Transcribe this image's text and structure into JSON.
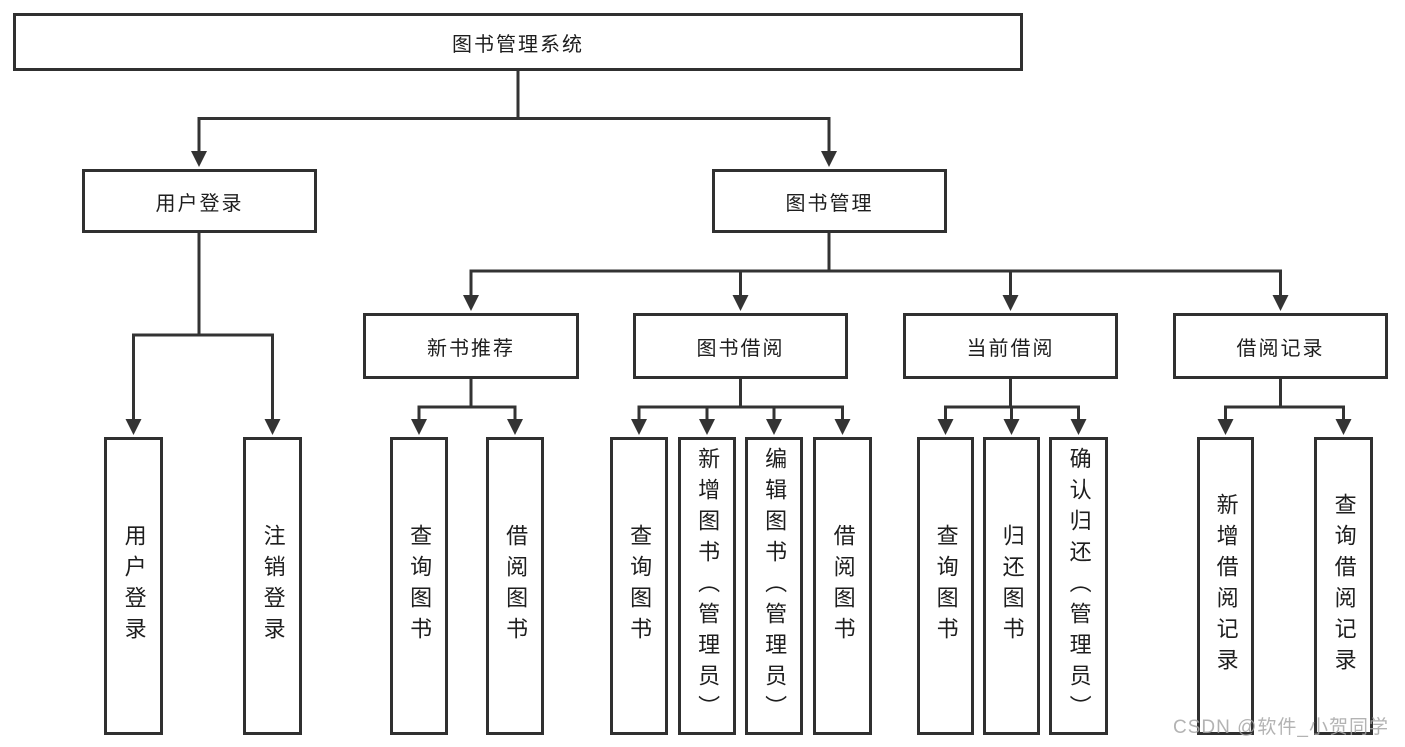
{
  "nodes": {
    "root": "图书管理系统",
    "user_login": "用户登录",
    "book_management": "图书管理",
    "new_book_recommend": "新书推荐",
    "book_borrowing": "图书借阅",
    "current_borrowing": "当前借阅",
    "borrowing_records": "借阅记录"
  },
  "leaves": {
    "user_login": [
      "用户登录",
      "注销登录"
    ],
    "new_book_recommend": [
      "查询图书",
      "借阅图书"
    ],
    "book_borrowing": [
      "查询图书",
      "新增图书（管理员）",
      "编辑图书（管理员）",
      "借阅图书"
    ],
    "current_borrowing": [
      "查询图书",
      "归还图书",
      "确认归还（管理员）"
    ],
    "borrowing_records": [
      "新增借阅记录",
      "查询借阅记录"
    ]
  },
  "watermark": "CSDN @软件_小贺同学",
  "colors": {
    "line": "#333333",
    "border": "#303030",
    "text": "#1e1e1e",
    "watermark": "#a6a6a6",
    "background": "#ffffff"
  }
}
